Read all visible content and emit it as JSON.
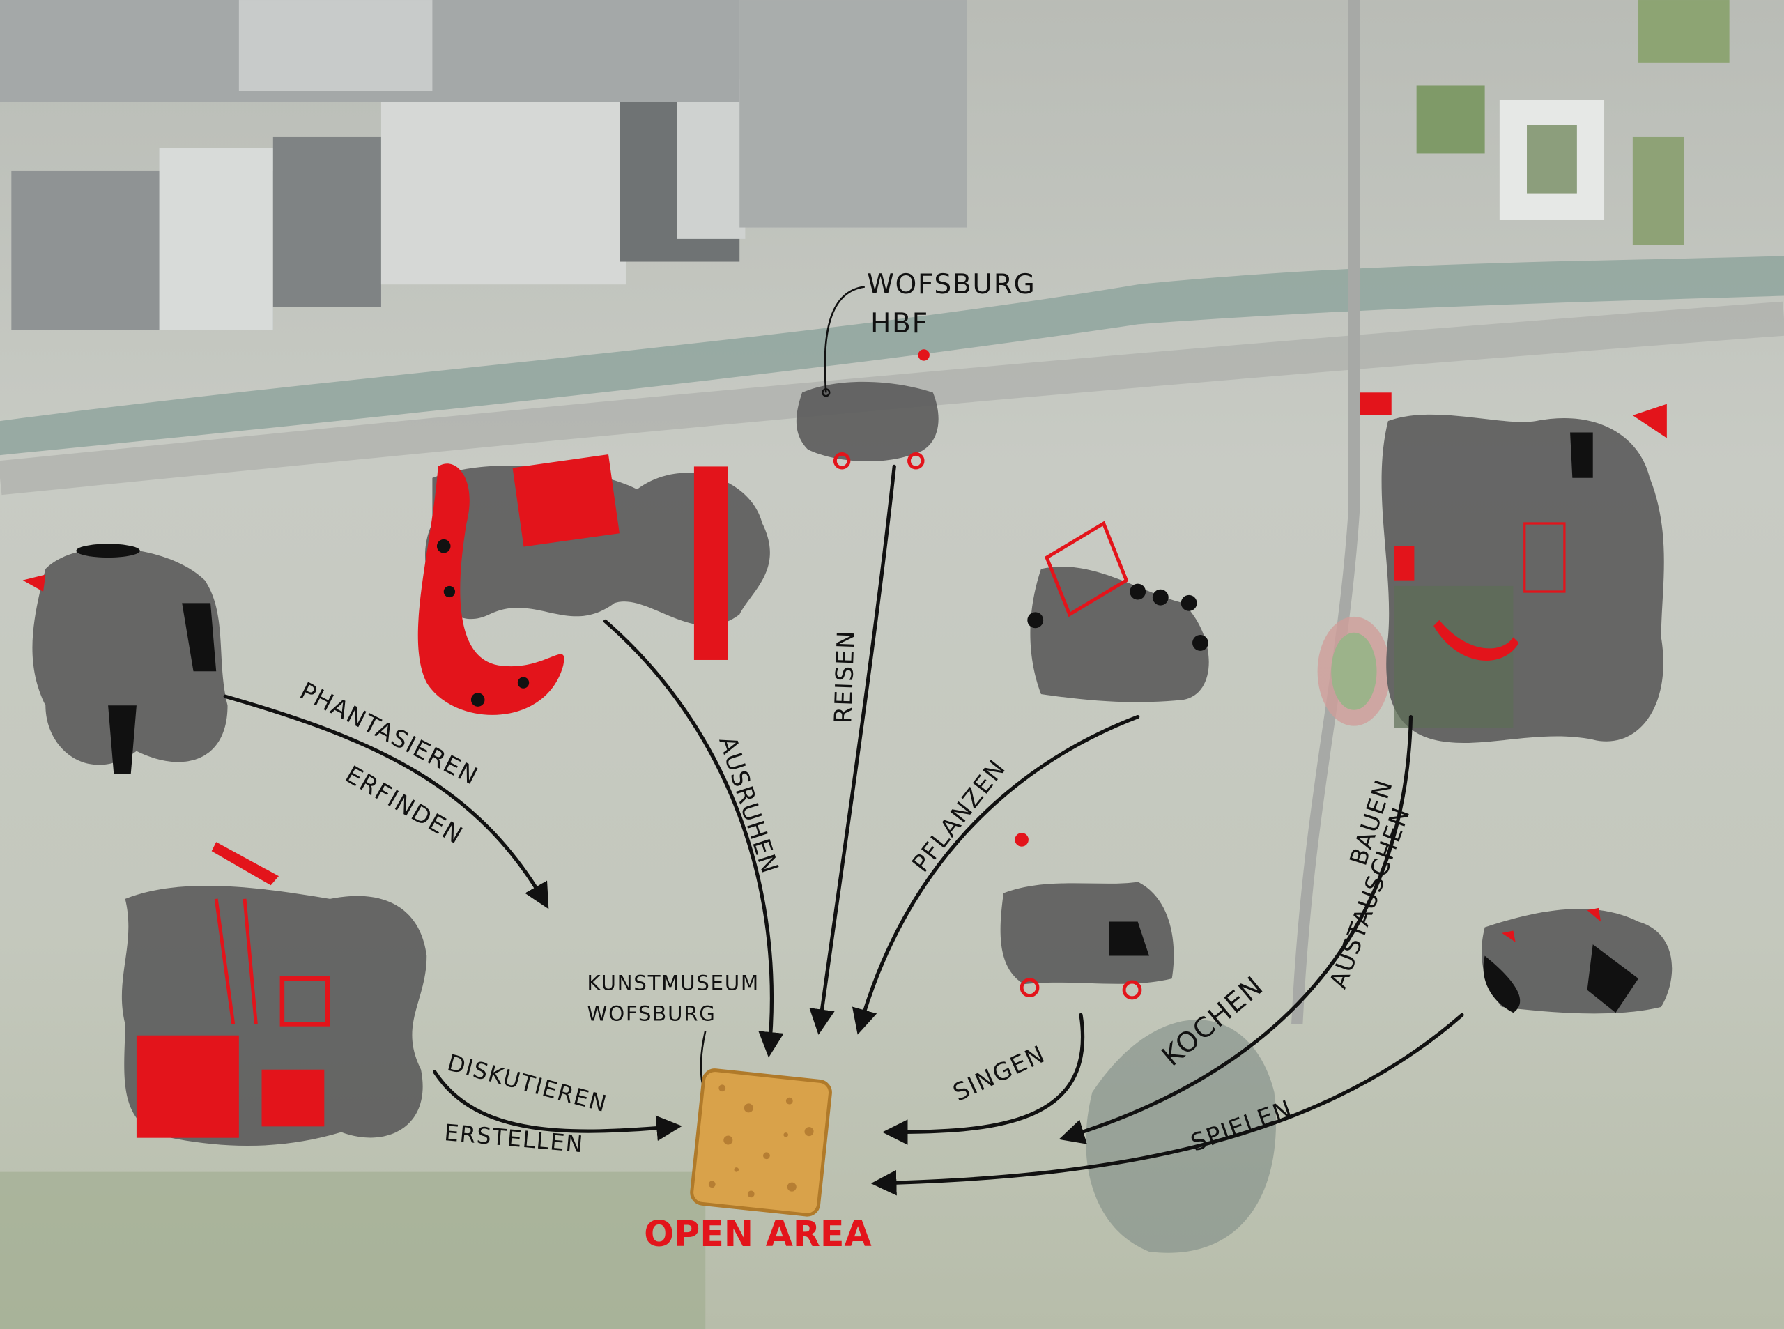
{
  "map": {
    "places": {
      "station": [
        "WOFSBURG",
        "HBF"
      ],
      "museum": [
        "KUNSTMUSEUM",
        "WOFSBURG"
      ],
      "destination": "OPEN AREA"
    },
    "activities": {
      "phantasieren": "PHANTASIEREN",
      "erfinden": "ERFINDEN",
      "ausruhen": "AUSRUHEN",
      "reisen": "REISEN",
      "pflanzen": "PFLANZEN",
      "bauen": "BAUEN",
      "austauschen": "AUSTAUSCHEN",
      "kochen": "KOCHEN",
      "singen": "SINGEN",
      "spielen": "SPIELEN",
      "diskutieren": "DISKUTIEREN",
      "erstellen": "ERSTELLEN"
    },
    "colors": {
      "accent": "#e3141b",
      "ink": "#111111",
      "blob": "#5d5d5d",
      "sponge": "#d9a24a"
    }
  }
}
